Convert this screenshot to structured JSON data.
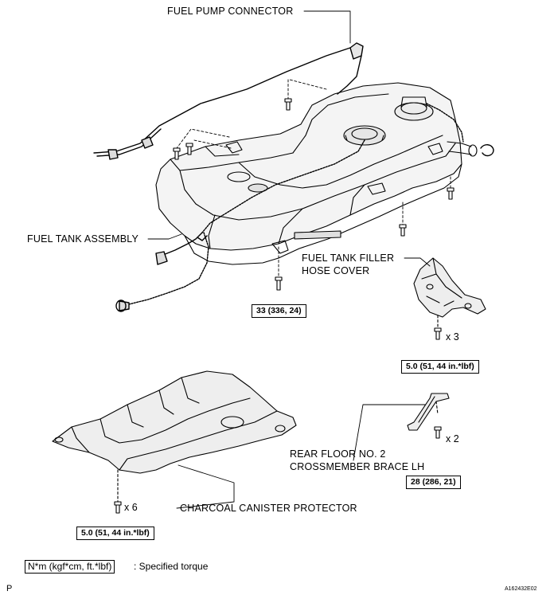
{
  "labels": {
    "fuel_pump_connector": "FUEL PUMP CONNECTOR",
    "fuel_tank_assembly": "FUEL TANK ASSEMBLY",
    "filler_hose_cover_line1": "FUEL TANK FILLER",
    "filler_hose_cover_line2": "HOSE COVER",
    "brace_line1": "REAR FLOOR NO. 2",
    "brace_line2": "CROSSMEMBER BRACE LH",
    "canister_protector": "CHARCOAL CANISTER PROTECTOR"
  },
  "torques": {
    "tank": "33 (336, 24)",
    "filler_cover": "5.0 (51, 44 in.*lbf)",
    "brace": "28 (286, 21)",
    "protector": "5.0 (51, 44 in.*lbf)"
  },
  "quantities": {
    "filler_cover": "x 3",
    "brace": "x 2",
    "protector": "x 6"
  },
  "legend": {
    "unit": "N*m (kgf*cm, ft.*lbf)",
    "description": ": Specified torque"
  },
  "corner": {
    "page_mark": "P",
    "figure_id": "A162432E02"
  }
}
